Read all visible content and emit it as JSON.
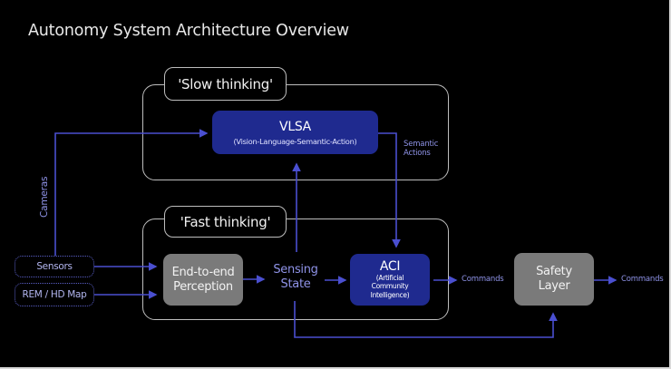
{
  "title": "Autonomy System Architecture Overview",
  "groups": {
    "slow": {
      "label": "'Slow thinking'"
    },
    "fast": {
      "label": "'Fast thinking'"
    }
  },
  "nodes": {
    "vlsa": {
      "title": "VLSA",
      "subtitle": "(Vision-Language-Semantic-Action)"
    },
    "perception": {
      "line1": "End-to-end",
      "line2": "Perception"
    },
    "aci": {
      "title": "ACI",
      "line1": "(Artificial",
      "line2": "Community",
      "line3": "Intelligence)"
    },
    "safety": {
      "line1": "Safety",
      "line2": "Layer"
    }
  },
  "inputs": {
    "sensors": "Sensors",
    "map": "REM / HD Map"
  },
  "labels": {
    "cameras": "Cameras",
    "sensing_state_1": "Sensing",
    "sensing_state_2": "State",
    "semantic_actions_1": "Semantic",
    "semantic_actions_2": "Actions",
    "commands_1": "Commands",
    "commands_2": "Commands"
  },
  "colors": {
    "background": "#000000",
    "accent_blue": "#1f2a8f",
    "line_blue": "#4a4fd0",
    "label_blue": "#8f93e8",
    "gray_node": "#7a7a7a",
    "group_border": "#bdbdbd"
  }
}
